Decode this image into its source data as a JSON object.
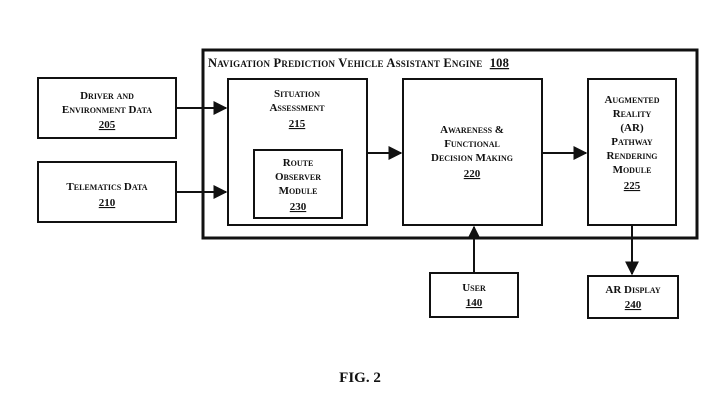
{
  "engine": {
    "title": "Navigation Prediction Vehicle Assistant Engine",
    "number": "108"
  },
  "driver_env": {
    "lines": [
      "Driver and",
      "Environment Data"
    ],
    "number": "205"
  },
  "telematics": {
    "lines": [
      "Telematics Data"
    ],
    "number": "210"
  },
  "situation": {
    "lines": [
      "Situation",
      "Assessment"
    ],
    "number": "215"
  },
  "route_observer": {
    "lines": [
      "Route",
      "Observer",
      "Module"
    ],
    "number": "230"
  },
  "awareness": {
    "lines": [
      "Awareness &",
      "Functional",
      "Decision Making"
    ],
    "number": "220"
  },
  "ar_pathway": {
    "lines": [
      "Augmented",
      "Reality",
      "(AR)",
      "Pathway",
      "Rendering",
      "Module"
    ],
    "number": "225"
  },
  "user": {
    "lines": [
      "User"
    ],
    "number": "140"
  },
  "ar_display": {
    "lines": [
      "AR Display"
    ],
    "number": "240"
  },
  "figure_label": "FIG. 2"
}
